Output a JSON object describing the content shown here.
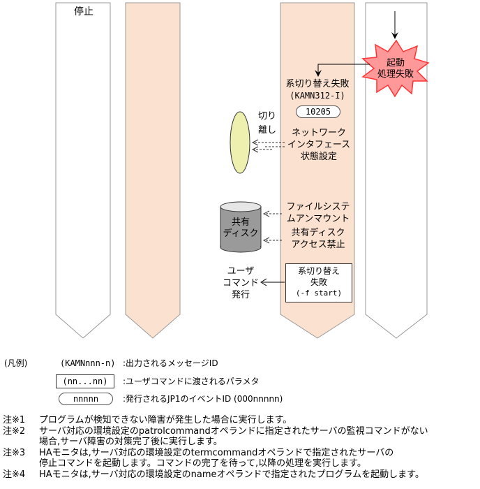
{
  "lanes": {
    "first_lane_label": "停止"
  },
  "start_failed": {
    "line1": "起動",
    "line2": "処理失敗"
  },
  "switch_fail": {
    "title": "系切り替え失敗",
    "message_id": "(KAMN312-I)",
    "event_id": "10205"
  },
  "network": {
    "line1": "ネットワーク",
    "line2": "インタフェース",
    "line3": "状態設定"
  },
  "disconnect": {
    "line1": "切り",
    "line2": "離し"
  },
  "shared_disk": {
    "line1": "共有",
    "line2": "ディスク"
  },
  "fs_unmount": {
    "line1": "ファイルシステ",
    "line2": "ムアンマウント"
  },
  "disk_access": {
    "line1": "共有ディスク",
    "line2": "アクセス禁止"
  },
  "user_command": {
    "line1": "ユーザ",
    "line2": "コマンド",
    "line3": "発行"
  },
  "cmd_box": {
    "line1": "系切り替え",
    "line2": "失敗",
    "line3": "(-f start)"
  },
  "legend": {
    "title": "(凡例)",
    "msg_sample": "(KAMNnnn-n)",
    "msg_desc": ":出力されるメッセージID",
    "param_sample": "(nn...nn)",
    "param_desc": ":ユーザコマンドに渡されるパラメタ",
    "event_sample": "nnnnn",
    "event_desc": ":発行されるJP1のイベントID (000nnnnn)"
  },
  "notes": [
    {
      "label": "注※1",
      "lines": [
        "プログラムが検知できない障害が発生した場合に実行します。"
      ]
    },
    {
      "label": "注※2",
      "lines": [
        "サーバ対応の環境設定のpatrolcommandオペランドに指定されたサーバの監視コマンドがない",
        "場合,サーバ障害の対策完了後に実行します。"
      ]
    },
    {
      "label": "注※3",
      "lines": [
        "HAモニタは,サーバ対応の環境設定のtermcommandオペランドで指定されたサーバの",
        "停止コマンドを起動します。コマンドの完了を待って,以降の処理を実行します。"
      ]
    },
    {
      "label": "注※4",
      "lines": [
        "HAモニタは,サーバ対応の環境設定のnameオペランドで指定されたプログラムを起動します。"
      ]
    }
  ],
  "colors": {
    "lane_fill": "#fbe1d0",
    "burst_fill": "#ff9999",
    "burst_stroke": "#ff3333",
    "ellipse_fill": "#eef0b0",
    "cylinder_top": "#e6e6e6",
    "cylinder_body": "#9a9a9a"
  }
}
